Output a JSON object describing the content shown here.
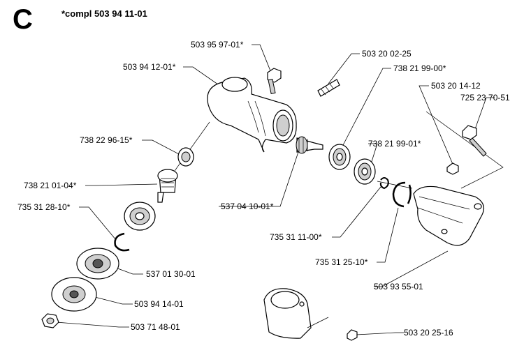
{
  "section": {
    "letter": "C",
    "assembly": "*compl 503 94 11-01"
  },
  "parts": {
    "p1": "503 95 97-01*",
    "p2": "503 94 12-01*",
    "p3": "503 20 02-25",
    "p4": "738 21 99-00*",
    "p5": "503 20 14-12",
    "p6": "725 23 70-51",
    "p7": "738 22 96-15*",
    "p8": "738 21 99-01*",
    "p9": "738 21 01-04*",
    "p10": "537 04 10-01*",
    "p11": "735 31 28-10*",
    "p12": "735 31 11-00*",
    "p13": "735 31 25-10*",
    "p14": "537 01 30-01",
    "p15": "503 93 55-01",
    "p16": "503 94 14-01",
    "p17": "503 71 48-01",
    "p18": "503 20 25-16"
  }
}
